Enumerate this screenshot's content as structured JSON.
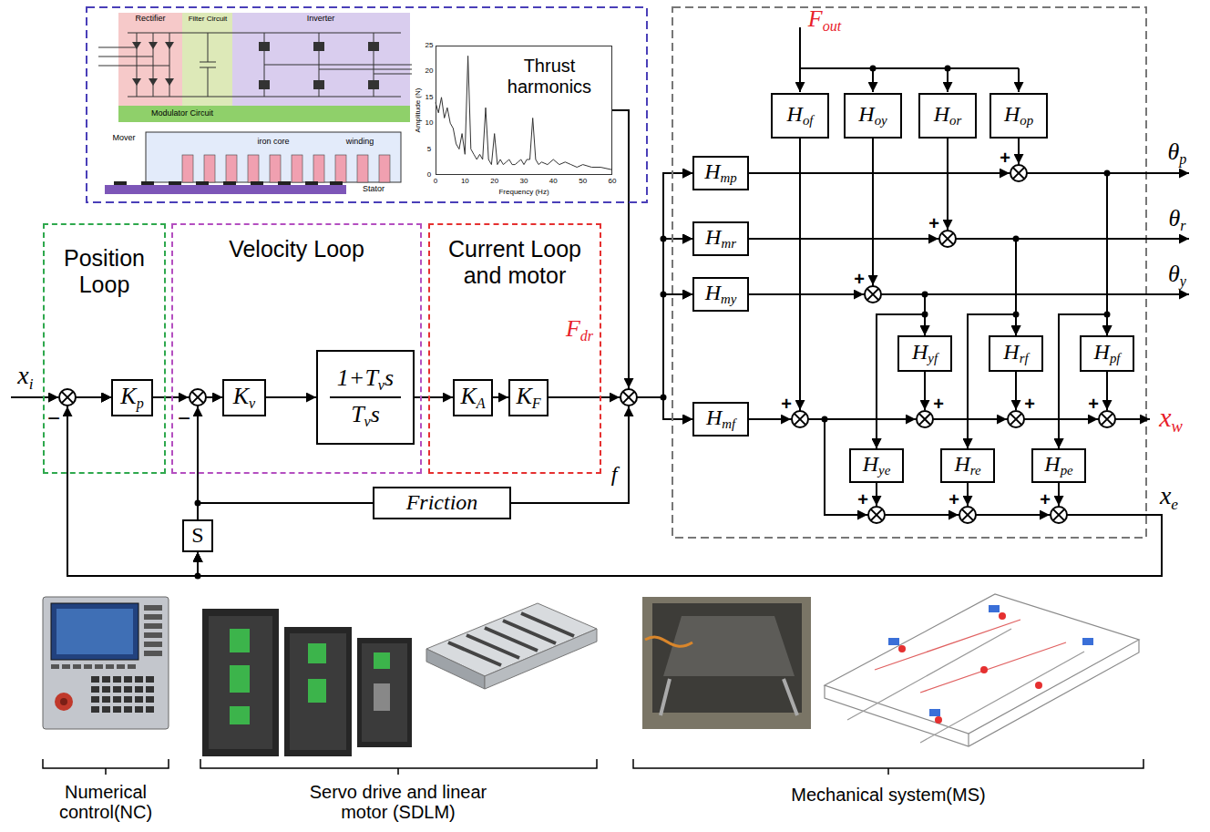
{
  "diagram": {
    "nodes": [
      {
        "text": [
          "Position Loop"
        ]
      },
      {
        "text": [
          "Kp"
        ],
        "in": 0
      },
      {
        "text": [
          "Velocity Loop"
        ]
      },
      {
        "text": [
          "Kv"
        ],
        "in": 2
      },
      {
        "text": [
          "1+Tvs",
          "Tvs"
        ],
        "in": 2
      },
      {
        "text": [
          "Current Loop and motor"
        ]
      },
      {
        "text": [
          "KA"
        ],
        "in": 5
      },
      {
        "text": [
          "KF"
        ],
        "in": 5
      },
      {
        "text": [
          "Thrust harmonics"
        ]
      },
      {
        "text": [
          "Friction"
        ]
      },
      {
        "text": [
          "S"
        ]
      },
      {
        "text": [
          "Hof"
        ]
      },
      {
        "text": [
          "Hoy"
        ]
      },
      {
        "text": [
          "Hor"
        ]
      },
      {
        "text": [
          "Hop"
        ]
      },
      {
        "text": [
          "Hmp"
        ]
      },
      {
        "text": [
          "Hmr"
        ]
      },
      {
        "text": [
          "Hmy"
        ]
      },
      {
        "text": [
          "Hyf"
        ]
      },
      {
        "text": [
          "Hrf"
        ]
      },
      {
        "text": [
          "Hpf"
        ]
      },
      {
        "text": [
          "Hmf"
        ]
      },
      {
        "text": [
          "Hye"
        ]
      },
      {
        "text": [
          "Hre"
        ]
      },
      {
        "text": [
          "Hpe"
        ]
      }
    ],
    "edges": [
      {
        "from": 1,
        "to": 3,
        "arrow": "to"
      },
      {
        "from": 3,
        "to": 4,
        "arrow": "to"
      },
      {
        "from": 4,
        "to": 6,
        "arrow": "to"
      },
      {
        "from": 6,
        "to": 7,
        "arrow": "to"
      },
      {
        "from": 7,
        "to": 15,
        "arrow": "to"
      },
      {
        "from": 7,
        "to": 16,
        "arrow": "to"
      },
      {
        "from": 7,
        "to": 17,
        "arrow": "to"
      },
      {
        "from": 7,
        "to": 21,
        "arrow": "to"
      },
      {
        "from": 8,
        "to": 15,
        "arrow": "to"
      },
      {
        "from": 8,
        "to": 16,
        "arrow": "to"
      },
      {
        "from": 8,
        "to": 17,
        "arrow": "to"
      },
      {
        "from": 8,
        "to": 21,
        "arrow": "to"
      },
      {
        "from": 9,
        "to": 15,
        "arrow": "to"
      },
      {
        "from": 9,
        "to": 16,
        "arrow": "to"
      },
      {
        "from": 9,
        "to": 17,
        "arrow": "to"
      },
      {
        "from": 9,
        "to": 21,
        "arrow": "to"
      },
      {
        "from": 10,
        "to": 3,
        "arrow": "to"
      },
      {
        "from": 10,
        "to": 9,
        "arrow": "none"
      },
      {
        "from": 15,
        "to": 20,
        "arrow": "to"
      },
      {
        "from": 15,
        "to": 24,
        "arrow": "to"
      },
      {
        "from": 14,
        "to": 20,
        "arrow": "to"
      },
      {
        "from": 14,
        "to": 24,
        "arrow": "to"
      },
      {
        "from": 16,
        "to": 19,
        "arrow": "to"
      },
      {
        "from": 16,
        "to": 23,
        "arrow": "to"
      },
      {
        "from": 13,
        "to": 19,
        "arrow": "to"
      },
      {
        "from": 13,
        "to": 23,
        "arrow": "to"
      },
      {
        "from": 17,
        "to": 18,
        "arrow": "to"
      },
      {
        "from": 17,
        "to": 22,
        "arrow": "to"
      },
      {
        "from": 12,
        "to": 18,
        "arrow": "to"
      },
      {
        "from": 12,
        "to": 22,
        "arrow": "to"
      },
      {
        "from": 21,
        "to": 1,
        "arrow": "to"
      },
      {
        "from": 21,
        "to": 10,
        "arrow": "to"
      },
      {
        "from": 11,
        "to": 1,
        "arrow": "to"
      },
      {
        "from": 11,
        "to": 10,
        "arrow": "to"
      },
      {
        "from": 22,
        "to": 1,
        "arrow": "to"
      },
      {
        "from": 22,
        "to": 10,
        "arrow": "to"
      },
      {
        "from": 23,
        "to": 1,
        "arrow": "to"
      },
      {
        "from": 23,
        "to": 10,
        "arrow": "to"
      },
      {
        "from": 24,
        "to": 1,
        "arrow": "to"
      },
      {
        "from": 24,
        "to": 10,
        "arrow": "to"
      }
    ],
    "labels": [
      "xi",
      "−",
      "−",
      "Fdr",
      "f",
      "Fout",
      "+",
      "+",
      "+",
      "+",
      "+",
      "+",
      "+",
      "+",
      "+",
      "+",
      "θp",
      "θr",
      "θy",
      "xw",
      "xe",
      "Rectifier",
      "Filter Circuit",
      "Inverter",
      "Modulator Circuit",
      "Mover",
      "iron core",
      "winding",
      "Stator",
      "Amplitude (N)",
      "25",
      "20",
      "15",
      "10",
      "5",
      "0",
      "0",
      "10",
      "20",
      "30",
      "40",
      "50",
      "60",
      "Frequency (Hz)",
      "Numerical control(NC)",
      "Servo drive and linear motor (SDLM)",
      "Mechanical system(MS)"
    ]
  }
}
